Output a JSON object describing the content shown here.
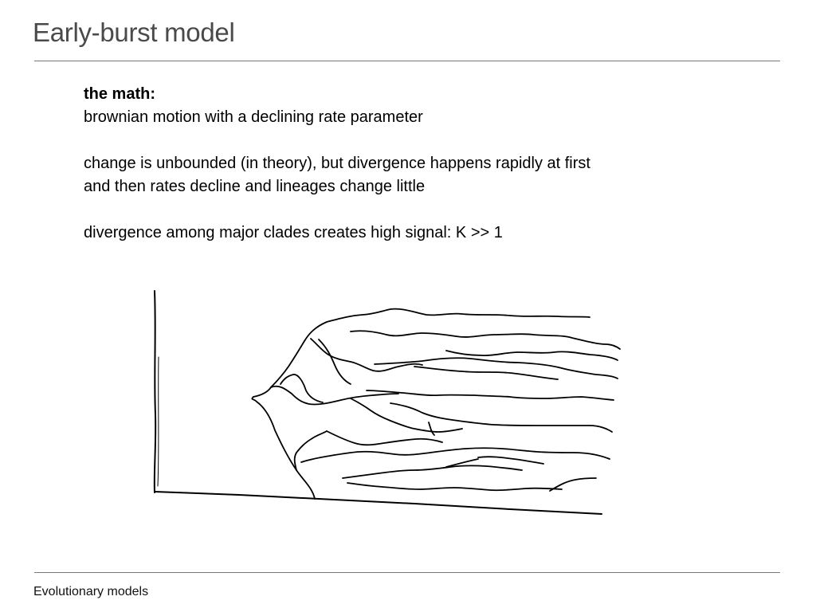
{
  "slide": {
    "title": "Early-burst model",
    "heading": "the math:",
    "line1": "brownian motion with a declining rate parameter",
    "para2_line1": "change is unbounded (in theory), but divergence happens rapidly at first",
    "para2_line2": "and then rates decline and lineages change little",
    "line3": "divergence among major clades creates high signal: K >> 1"
  },
  "footer": {
    "text": "Evolutionary models"
  }
}
